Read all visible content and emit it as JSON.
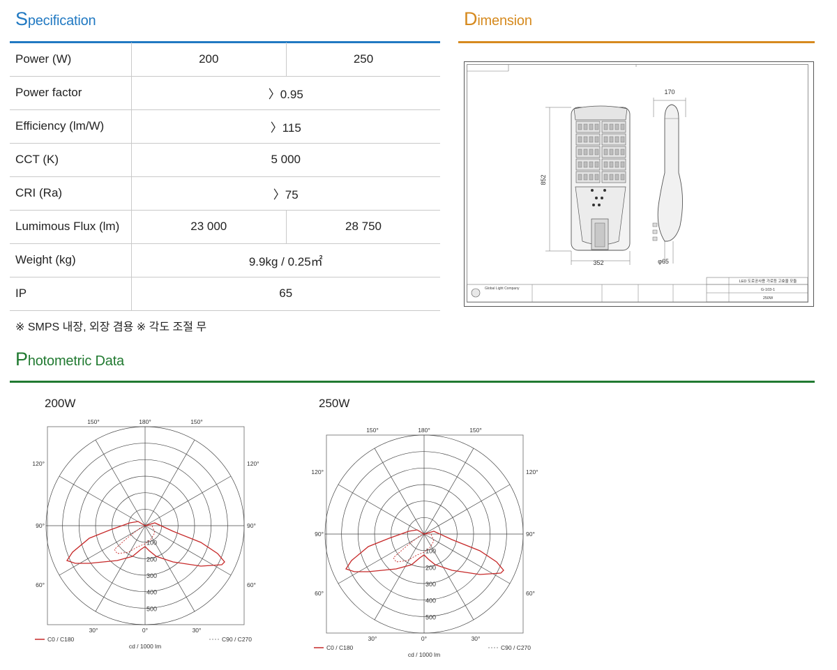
{
  "sections": {
    "specification": {
      "first": "S",
      "rest": "pecification"
    },
    "dimension": {
      "first": "D",
      "rest": "imension"
    },
    "photometric": {
      "first": "P",
      "rest": "hotometric Data"
    }
  },
  "spec": {
    "rows": [
      {
        "label": "Power (W)",
        "values": [
          "200",
          "250"
        ]
      },
      {
        "label": "Power factor",
        "values": [
          "〉0.95"
        ]
      },
      {
        "label": "Efficiency (lm/W)",
        "values": [
          "〉115"
        ]
      },
      {
        "label": "CCT (K)",
        "values": [
          "5 000"
        ]
      },
      {
        "label": "CRI (Ra)",
        "values": [
          "〉75"
        ]
      },
      {
        "label": "Lumimous Flux (lm)",
        "values": [
          "23 000",
          "28 750"
        ]
      },
      {
        "label": "Weight (kg)",
        "values": [
          "9.9kg / 0.25㎡"
        ]
      },
      {
        "label": "IP",
        "values": [
          "65"
        ]
      }
    ],
    "note": "※ SMPS 내장, 외장 겸용 ※ 각도 조절 무"
  },
  "dimension": {
    "width_label": "352",
    "height_label": "852",
    "side_width_label": "170",
    "pole_label": "φ65",
    "title_block": {
      "product": "LED 도로공사용 가로등 고효율 모듈",
      "drawing_no": "G-103-1",
      "model": "250W",
      "company": "Global Light Company"
    }
  },
  "photometric": {
    "charts": [
      {
        "title": "200W",
        "radial_labels": [
          "100",
          "200",
          "300",
          "400",
          "500"
        ],
        "angle_labels": {
          "top": [
            "150°",
            "180°",
            "150°"
          ],
          "upper": "120°",
          "mid": "90°",
          "lower": "60°",
          "bottom": [
            "30°",
            "0°",
            "30°"
          ]
        },
        "legend": {
          "c0": "C0 / C180",
          "c90": "C90 / C270",
          "unit": "cd / 1000 lm"
        },
        "curve_color": "#c62828"
      },
      {
        "title": "250W",
        "radial_labels": [
          "100",
          "200",
          "300",
          "400",
          "500"
        ],
        "angle_labels": {
          "top": [
            "150°",
            "180°",
            "150°"
          ],
          "upper": "120°",
          "mid": "90°",
          "lower": "60°",
          "bottom": [
            "30°",
            "0°",
            "30°"
          ]
        },
        "legend": {
          "c0": "C0 / C180",
          "c90": "C90 / C270",
          "unit": "cd / 1000 lm"
        },
        "curve_color": "#c62828"
      }
    ]
  }
}
